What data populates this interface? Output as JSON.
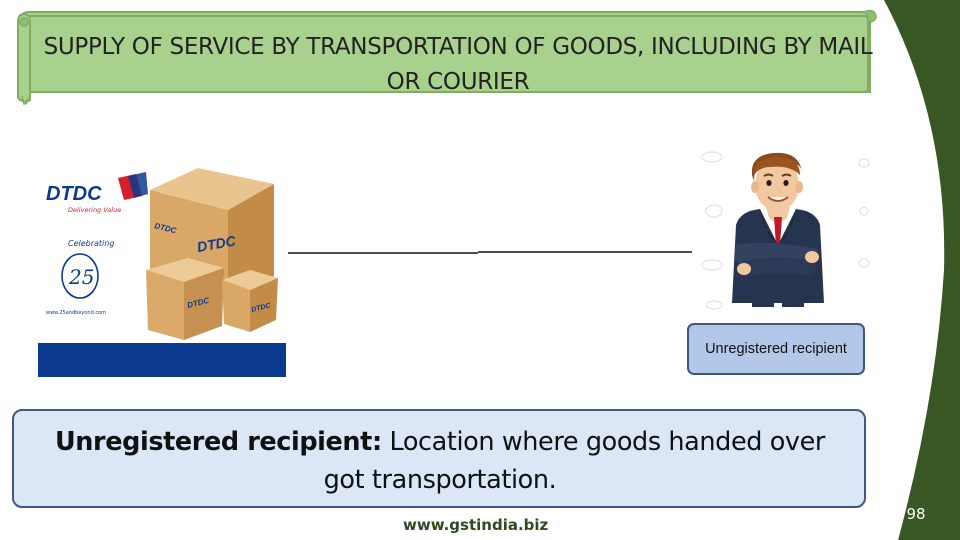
{
  "slide": {
    "title": "SUPPLY OF SERVICE BY TRANSPORTATION OF GOODS, INCLUDING BY MAIL OR COURIER",
    "recipient_label": "Unregistered recipient",
    "info_term": "Unregistered recipient:",
    "info_text": " Location where goods handed over got transportation.",
    "website": "www.gstindia.biz",
    "page_number": "98"
  },
  "dtdc": {
    "logo_text": "DTDC",
    "tagline": "Delivering Value",
    "celebrating": "Celebrating",
    "years": "25",
    "site": "www.25andbeyond.com"
  },
  "colors": {
    "banner_green": "#a9d18e",
    "band_green": "#385723",
    "label_blue": "#b3c7e8",
    "info_blue": "#dbe6f7",
    "dtdc_blue": "#0c3a8e",
    "dtdc_red": "#d81e2b"
  },
  "icons": {
    "courier_boxes": "dtdc-boxes-image",
    "recipient": "businessman-image"
  }
}
